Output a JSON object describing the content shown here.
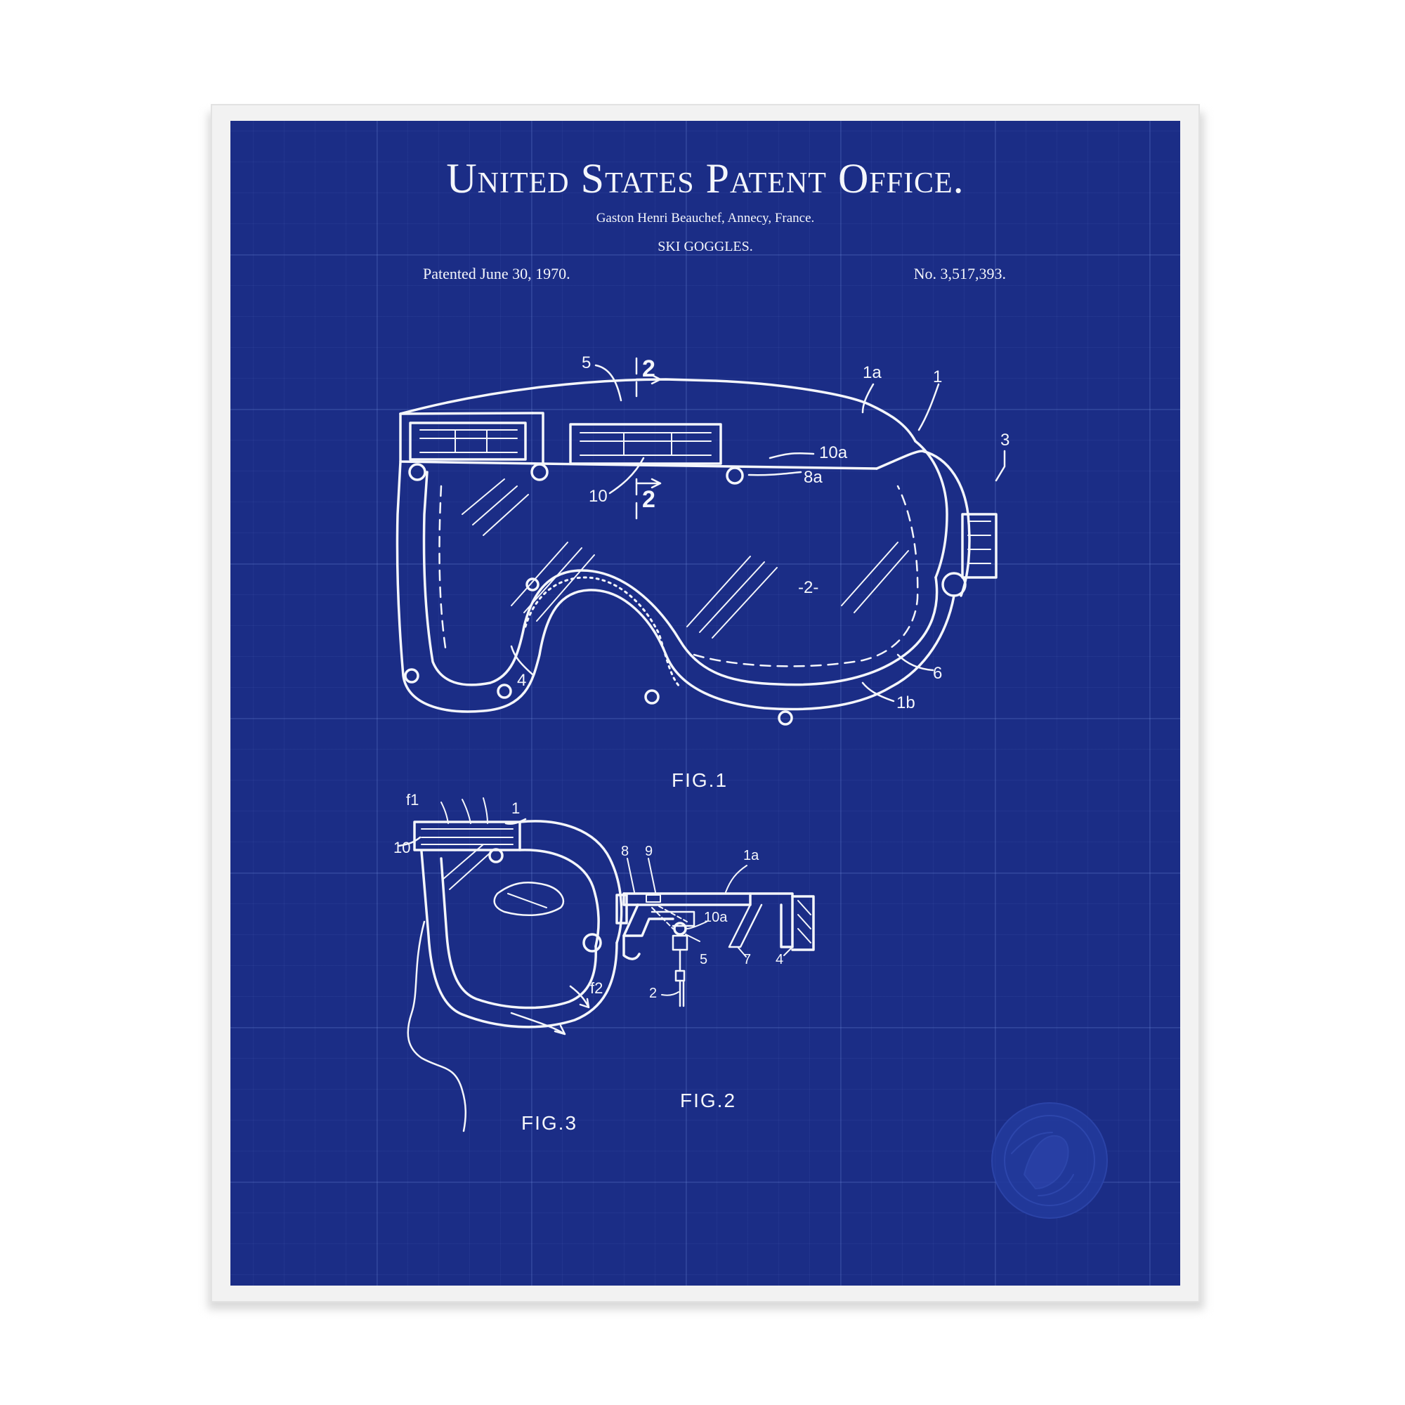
{
  "poster": {
    "title": "United States Patent Office.",
    "inventor": "Gaston Henri Beauchef, Annecy, France.",
    "invention": "SKI GOGGLES.",
    "patented": "Patented June 30, 1970.",
    "number": "No. 3,517,393."
  },
  "figures": {
    "fig1": {
      "caption": "FIG.1",
      "labels": [
        "5",
        "2",
        "2",
        "1a",
        "10a",
        "1",
        "3",
        "8a",
        "10",
        "-2-",
        "6",
        "4",
        "1b"
      ]
    },
    "fig2": {
      "caption": "FIG.2",
      "labels": [
        "8",
        "9",
        "1a",
        "10a",
        "5",
        "7",
        "4",
        "2"
      ]
    },
    "fig3": {
      "caption": "FIG.3",
      "labels": [
        "f1",
        "1",
        "10",
        "f2"
      ]
    }
  },
  "colors": {
    "paper": "#1b2d86",
    "ink": "#f4f6fb",
    "frame": "#f2f2f2"
  }
}
